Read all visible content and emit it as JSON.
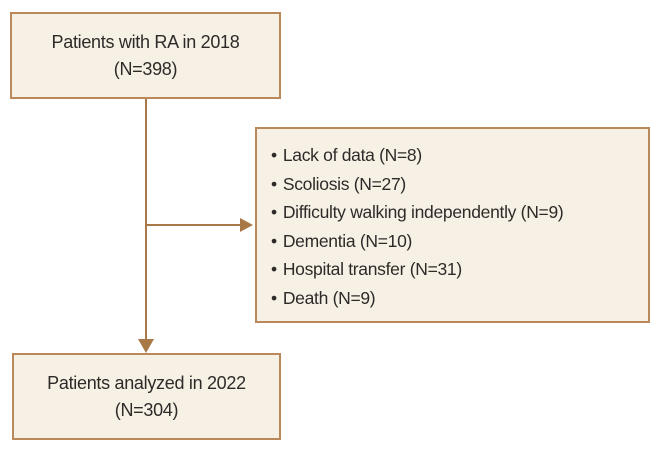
{
  "flowchart": {
    "top_box": {
      "title": "Patients with RA in 2018",
      "count": "(N=398)"
    },
    "exclusions": {
      "bullet": "•",
      "items": [
        "Lack of data (N=8)",
        "Scoliosis (N=27)",
        "Difficulty walking independently (N=9)",
        "Dementia (N=10)",
        "Hospital transfer (N=31)",
        "Death (N=9)"
      ]
    },
    "bottom_box": {
      "title": "Patients analyzed in 2022",
      "count": "(N=304)"
    }
  },
  "colors": {
    "box_fill": "#f6f0e5",
    "box_border": "#b9895b",
    "arrow": "#a87947",
    "text": "#2e2a28",
    "background": "#ffffff"
  }
}
